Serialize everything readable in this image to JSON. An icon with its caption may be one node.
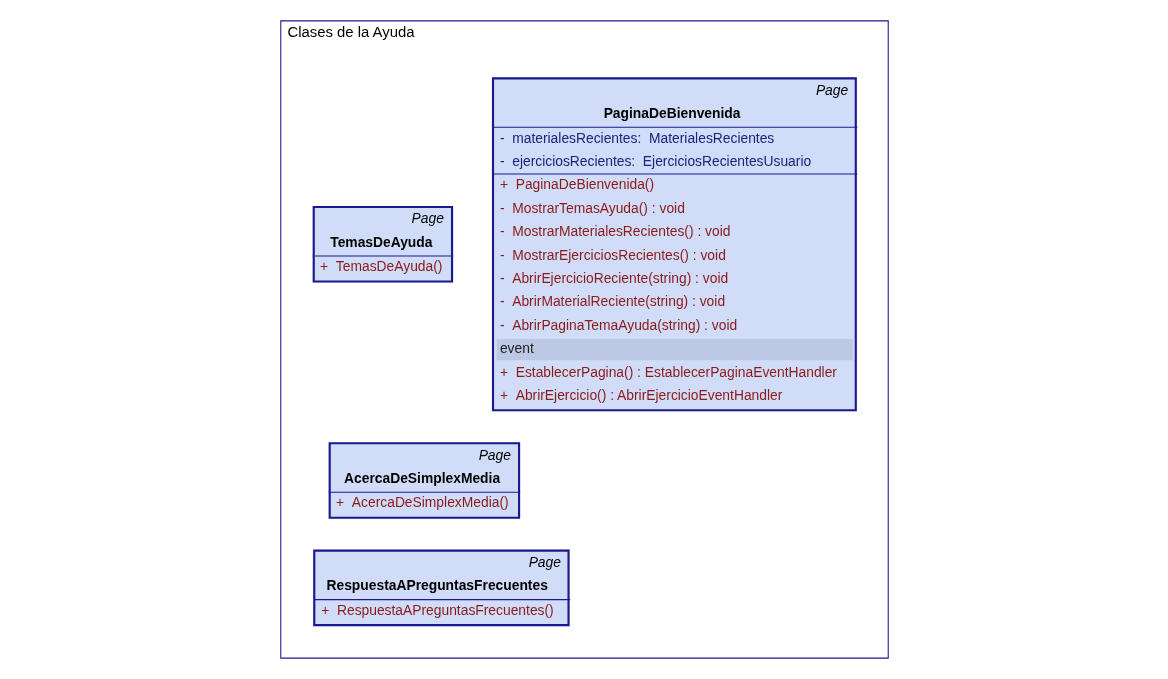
{
  "diagram": {
    "nodes": [
      {
        "text": [
          "Clases de la Ayuda"
        ]
      },
      {
        "text": [
          "Page",
          "PaginaDeBienvenida",
          "-  materialesRecientes:  MaterialesRecientes",
          "-  ejerciciosRecientes:  EjerciciosRecientesUsuario",
          "+  PaginaDeBienvenida()",
          "-  MostrarTemasAyuda() : void",
          "-  MostrarMaterialesRecientes() : void",
          "-  MostrarEjerciciosRecientes() : void",
          "-  AbrirEjercicioReciente(string) : void",
          "-  AbrirMaterialReciente(string) : void",
          "-  AbrirPaginaTemaAyuda(string) : void",
          "event",
          "+  EstablecerPagina() : EstablecerPaginaEventHandler",
          "+  AbrirEjercicio() : AbrirEjercicioEventHandler"
        ],
        "in": 0
      },
      {
        "text": [
          "Page",
          "TemasDeAyuda",
          "+  TemasDeAyuda()"
        ],
        "in": 0
      },
      {
        "text": [
          "Page",
          "AcercaDeSimplexMedia",
          "+  AcercaDeSimplexMedia()"
        ],
        "in": 0
      },
      {
        "text": [
          "Page",
          "RespuestaAPreguntasFrecuentes",
          "+  RespuestaAPreguntasFrecuentes()"
        ],
        "in": 0
      }
    ],
    "edges": []
  }
}
